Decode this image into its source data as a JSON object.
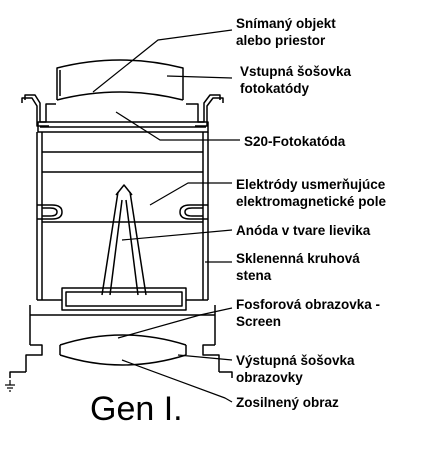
{
  "diagram": {
    "title": "Gen I.",
    "labels": {
      "object": [
        "Snímaný objekt",
        "alebo priestor"
      ],
      "input_lens": [
        "Vstupná šošovka",
        "fotokatódy"
      ],
      "photocathode": "S20-Fotokatóda",
      "electrodes": [
        "Elektródy usmerňujúce",
        "elektromagnetické pole"
      ],
      "anode": "Anóda v tvare lievika",
      "glass_wall": [
        "Sklenenná kruhová",
        "stena"
      ],
      "phosphor_screen": [
        "Fosforová obrazovka -",
        "Screen"
      ],
      "output_lens": [
        "Výstupná šošovka",
        "obrazovky"
      ],
      "amplified_image": "Zosilnený obraz"
    },
    "colors": {
      "stroke": "#000000",
      "background": "#ffffff"
    }
  }
}
